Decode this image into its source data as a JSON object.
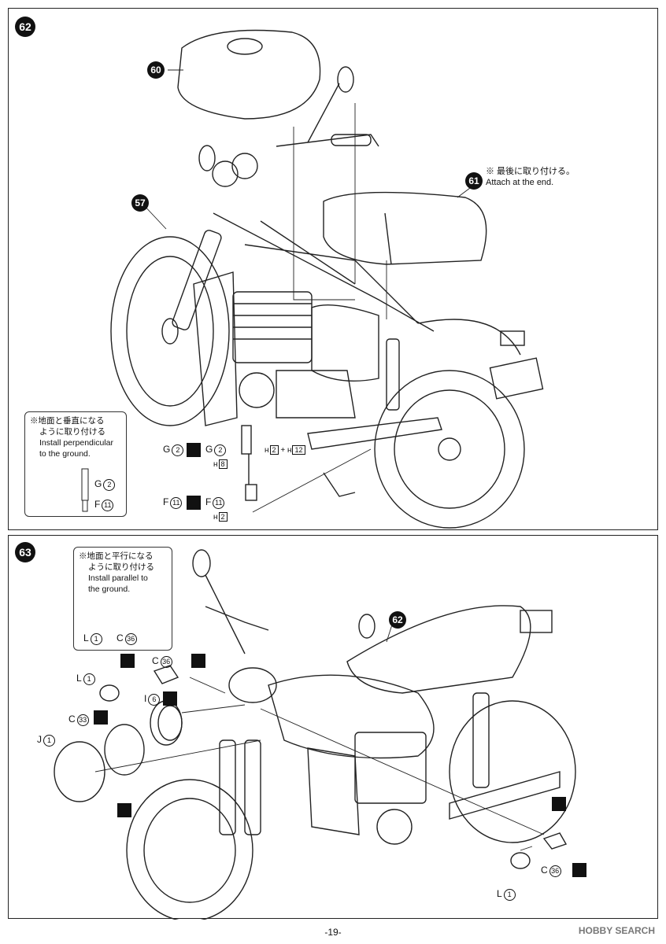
{
  "step62": {
    "number": "62",
    "parts": {
      "tank": "60",
      "seat": "61",
      "frame": "57"
    },
    "note_jp": "※ 最後に取り付ける。",
    "note_en": "Attach at the end.",
    "callout": {
      "jp1": "※地面と垂直になる",
      "jp2": "ように取り付ける",
      "en1": "Install perpendicular",
      "en2": "to the ground.",
      "g_label": "G",
      "g_num": "2",
      "f_label": "F",
      "f_num": "11"
    },
    "peg_g": {
      "left": "G",
      "left_num": "2",
      "right": "G",
      "right_num": "2",
      "ph1": "2",
      "ph2": "12",
      "ph3": "8",
      "plus": "+"
    },
    "peg_f": {
      "left": "F",
      "left_num": "11",
      "right": "F",
      "right_num": "11",
      "ph": "2"
    }
  },
  "step63": {
    "number": "63",
    "seat_ref": "62",
    "callout": {
      "jp1": "※地面と平行になる",
      "jp2": "ように取り付ける",
      "en1": "Install parallel to",
      "en2": "the ground.",
      "l_label": "L",
      "l_num": "1",
      "c_label": "C",
      "c_num": "36"
    },
    "labels": {
      "c36": {
        "t": "C",
        "n": "36"
      },
      "l1": {
        "t": "L",
        "n": "1"
      },
      "i6": {
        "t": "I",
        "n": "6"
      },
      "c33": {
        "t": "C",
        "n": "33"
      },
      "j1": {
        "t": "J",
        "n": "1"
      },
      "c36b": {
        "t": "C",
        "n": "36"
      },
      "l1b": {
        "t": "L",
        "n": "1"
      }
    }
  },
  "page_number": "-19-",
  "watermark": "HOBBY SEARCH"
}
